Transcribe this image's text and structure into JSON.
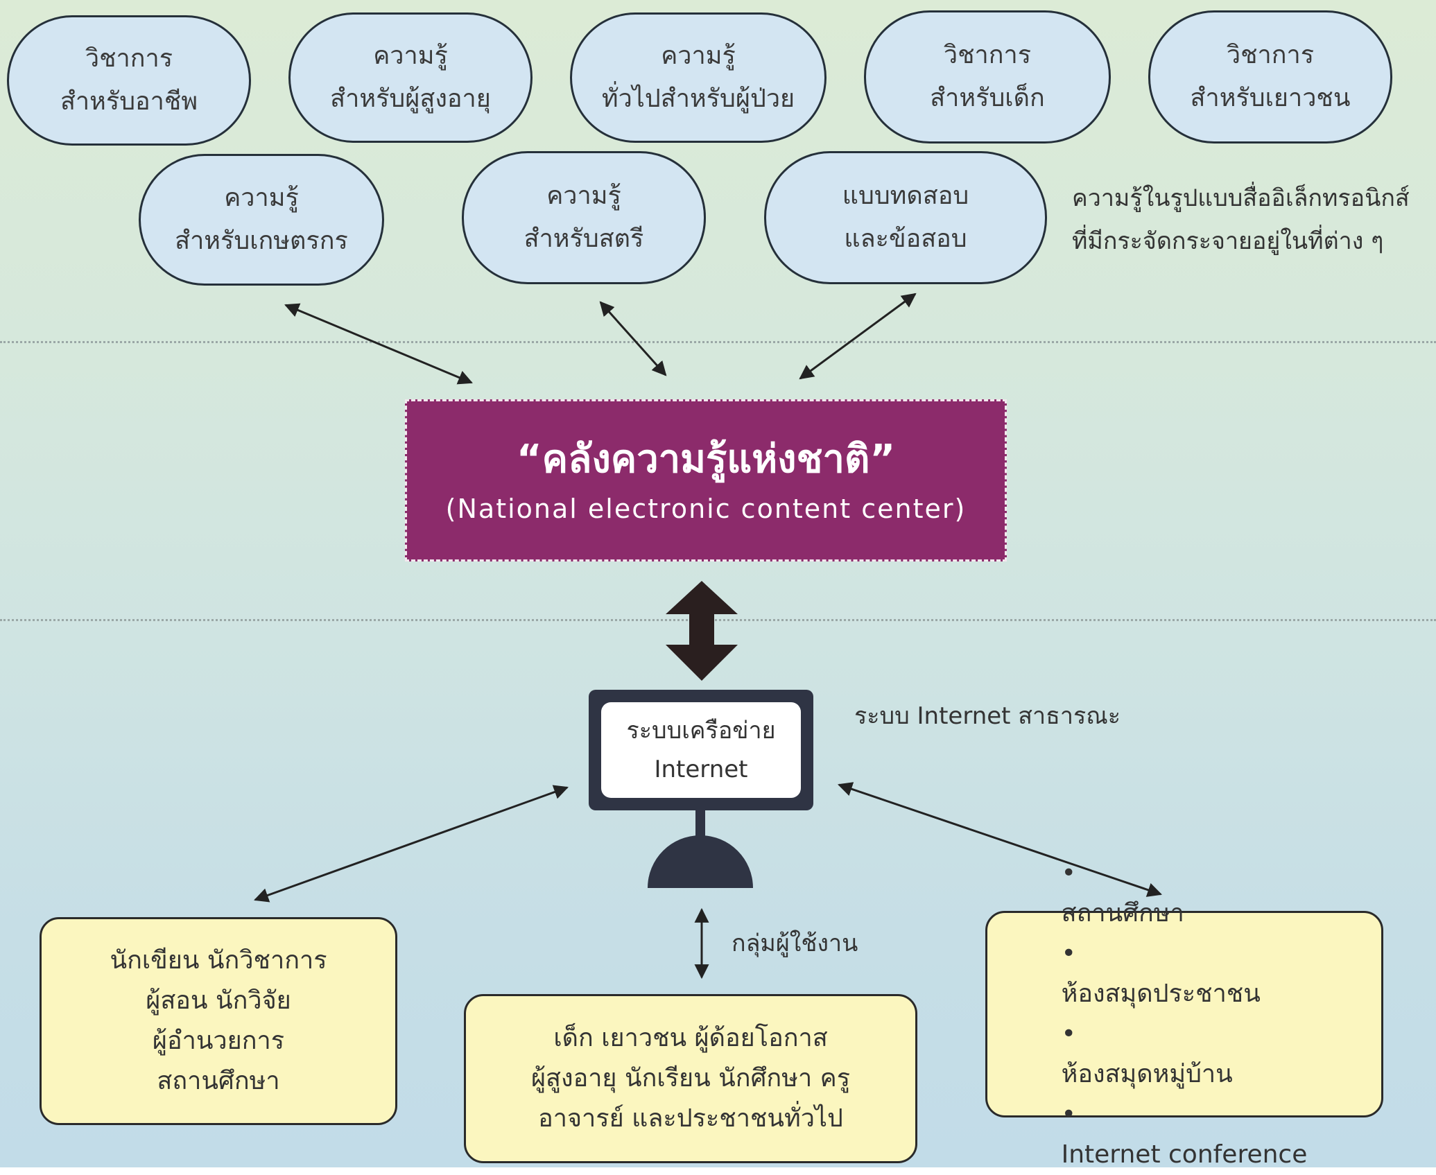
{
  "top_nodes": [
    {
      "line1": "วิชาการ",
      "line2": "สำหรับอาชีพ"
    },
    {
      "line1": "ความรู้",
      "line2": "สำหรับผู้สูงอายุ"
    },
    {
      "line1": "ความรู้",
      "line2": "ทั่วไปสำหรับผู้ป่วย"
    },
    {
      "line1": "วิชาการ",
      "line2": "สำหรับเด็ก"
    },
    {
      "line1": "วิชาการ",
      "line2": "สำหรับเยาวชน"
    },
    {
      "line1": "ความรู้",
      "line2": "สำหรับเกษตรกร"
    },
    {
      "line1": "ความรู้",
      "line2": "สำหรับสตรี"
    },
    {
      "line1": "แบบทดสอบ",
      "line2": "และข้อสอบ"
    }
  ],
  "top_note": {
    "line1": "ความรู้ในรูปแบบสื่ออิเล็กทรอนิกส์",
    "line2": "ที่มีกระจัดกระจายอยู่ในที่ต่าง ๆ"
  },
  "center": {
    "title": "“คลังความรู้แห่งชาติ”",
    "subtitle": "(National electronic content center)"
  },
  "network": {
    "line1": "ระบบเครือข่าย",
    "line2": "Internet",
    "note": "ระบบ Internet สาธารณะ"
  },
  "users_label": "กลุ่มผู้ใช้งาน",
  "bottom_left": [
    "นักเขียน  นักวิชาการ",
    "ผู้สอน  นักวิจัย",
    "ผู้อำนวยการ",
    "สถานศึกษา"
  ],
  "bottom_center": [
    "เด็ก  เยาวชน  ผู้ด้อยโอกาส",
    "ผู้สูงอายุ  นักเรียน  นักศึกษา  ครู",
    "อาจารย์  และประชาชนทั่วไป"
  ],
  "bottom_right": {
    "bullet": "•",
    "items": [
      "สถานศึกษา",
      "ห้องสมุดประชาชน",
      "ห้องสมุดหมู่บ้าน",
      "Internet  conference"
    ]
  },
  "colors": {
    "pill_fill": "#d3e5f2",
    "center_fill": "#8c2b6b",
    "box_fill": "#fbf6bf",
    "monitor": "#2f3444"
  }
}
